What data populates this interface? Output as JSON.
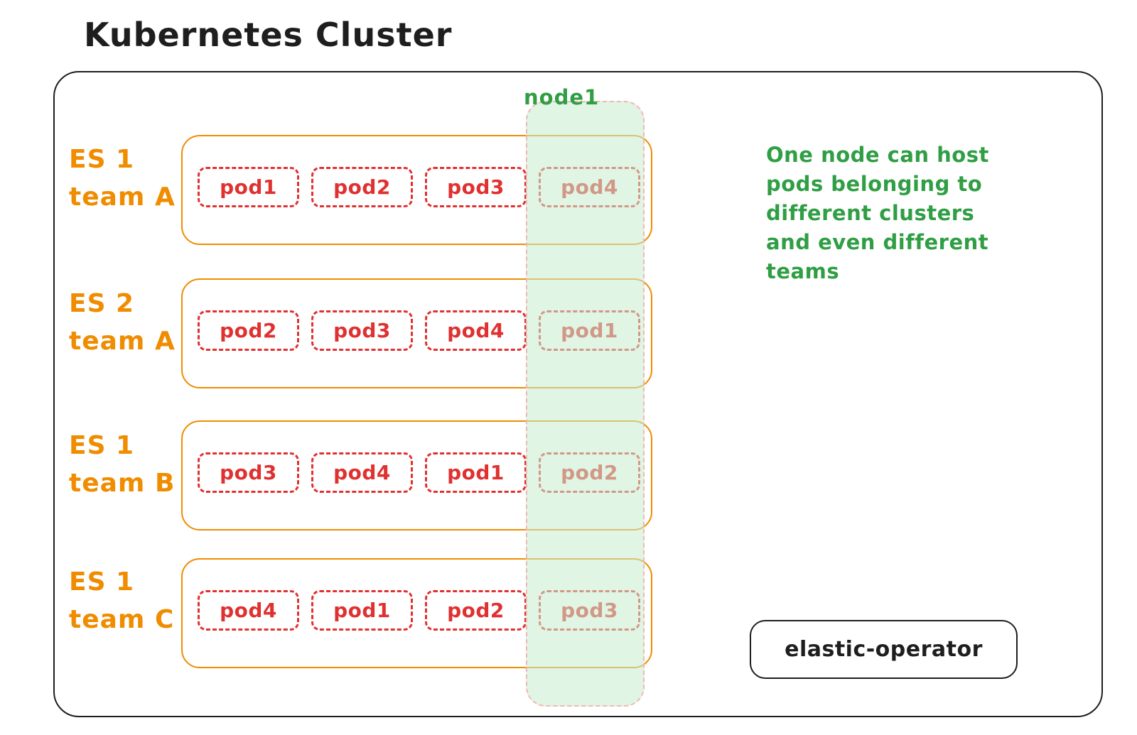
{
  "title": "Kubernetes Cluster",
  "clusters": [
    {
      "name": "ES 1",
      "team": "team A",
      "pods": [
        "pod1",
        "pod2",
        "pod3",
        "pod4"
      ]
    },
    {
      "name": "ES 2",
      "team": "team A",
      "pods": [
        "pod2",
        "pod3",
        "pod4",
        "pod1"
      ]
    },
    {
      "name": "ES 1",
      "team": "team B",
      "pods": [
        "pod3",
        "pod4",
        "pod1",
        "pod2"
      ]
    },
    {
      "name": "ES 1",
      "team": "team C",
      "pods": [
        "pod4",
        "pod1",
        "pod2",
        "pod3"
      ]
    }
  ],
  "node": {
    "label": "node1"
  },
  "annotation": {
    "lines": [
      "One node can host",
      "pods belonging to",
      "different clusters",
      "and even different",
      "teams"
    ]
  },
  "operator": {
    "label": "elastic-operator"
  },
  "colors": {
    "ink": "#1e1e1e",
    "cluster_orange": "#f08c00",
    "pod_red": "#e03131",
    "note_green": "#2f9e44",
    "node_band_fill": "#e4f3e7",
    "node_band_border": "#f5b5b5"
  }
}
